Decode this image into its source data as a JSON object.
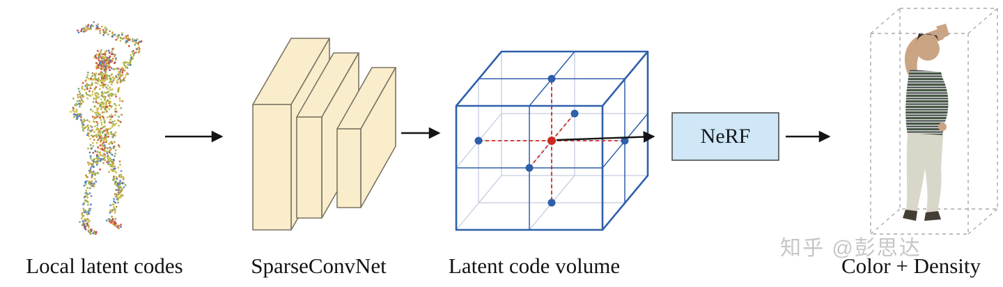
{
  "diagram": {
    "stages": [
      {
        "label": "Local latent codes"
      },
      {
        "label": "SparseConvNet"
      },
      {
        "label": "Latent code volume"
      },
      {
        "label": "Color + Density"
      }
    ],
    "nerf_label": "NeRF"
  },
  "watermark": {
    "text": "知乎 @彭思达"
  },
  "icons": [
    "arrow-right-icon",
    "arrow-right-icon",
    "arrow-right-icon",
    "arrow-right-icon"
  ],
  "colors": {
    "arrow": "#141414",
    "slab_fill": "#f9edcb",
    "slab_edge": "#7a7464",
    "cube_edge": "#2e5fab",
    "cube_hidden": "#c3cbe0",
    "dot_blue": "#2e5fab",
    "dot_red": "#cc2a1e",
    "nerf_fill": "#cfe7f6",
    "nerf_border": "#4d4d4d",
    "dashed_box": "#a9a9a9",
    "watermark": "#c6c6c6",
    "pointcloud_head": [
      "#cf5340",
      "#d4934a",
      "#d4b945",
      "#b5485a",
      "#8fae5a",
      "#4d7fc1"
    ],
    "pointcloud_warm": [
      "#d4b945",
      "#cbbf55",
      "#b7b84e",
      "#c98a35",
      "#9db050",
      "#d4b945",
      "#cf5340",
      "#7da87a"
    ],
    "pointcloud_mixed": [
      "#d4b945",
      "#9db050",
      "#4d7fc1",
      "#cf5340",
      "#7da87a",
      "#b7b84e",
      "#d4934a"
    ],
    "pointcloud_leg": [
      "#d4b945",
      "#b7b84e",
      "#4d7fc1",
      "#8fae5a",
      "#c98a35",
      "#6b8fc9"
    ]
  }
}
